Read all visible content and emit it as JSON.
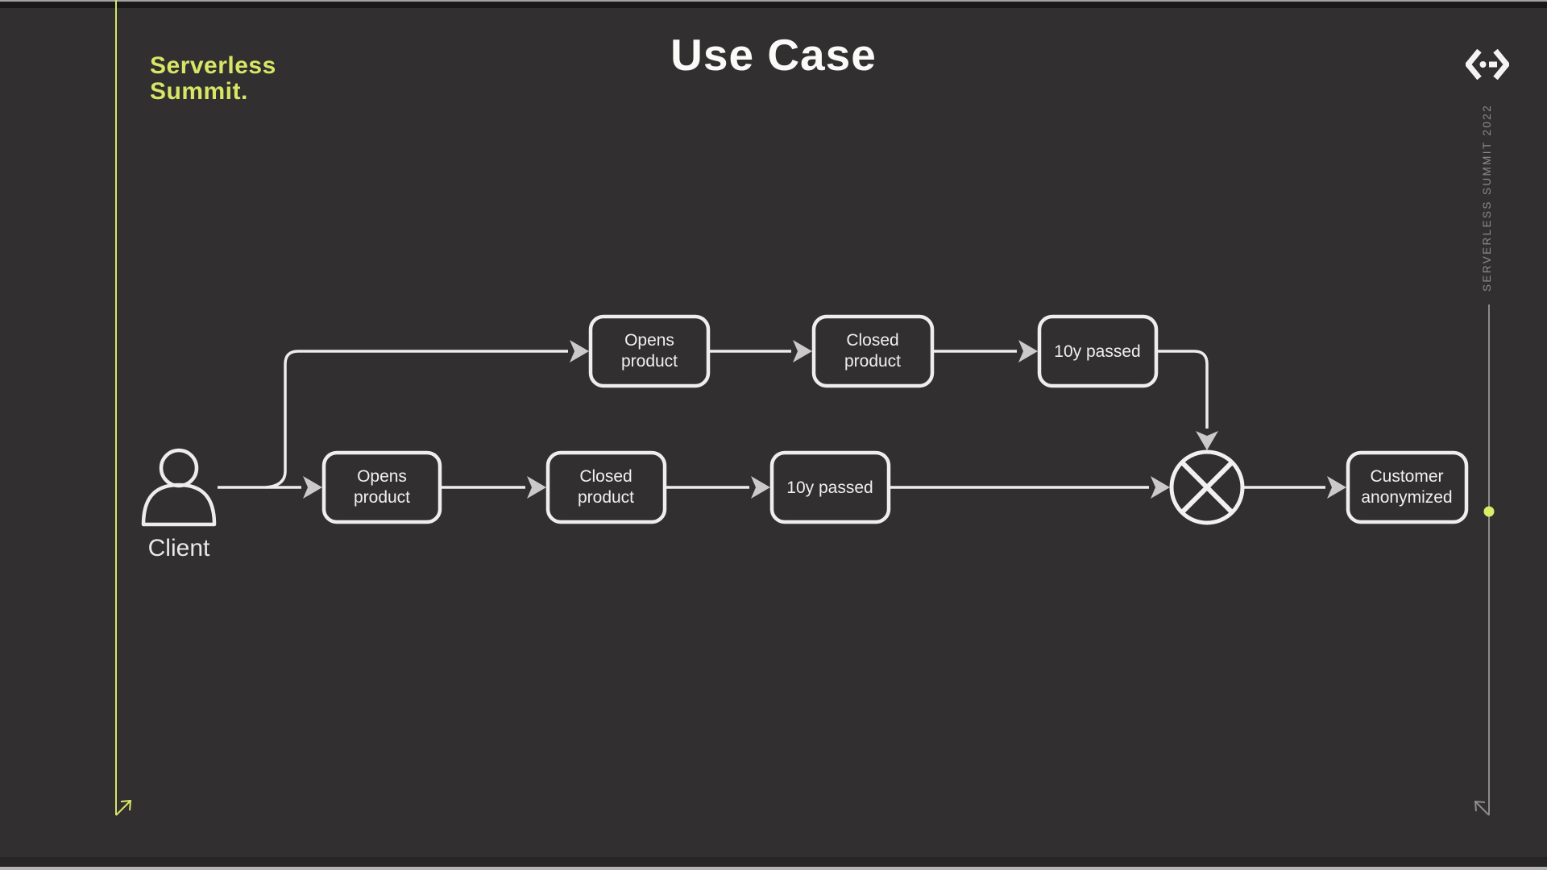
{
  "slide": {
    "title": "Use Case",
    "logo": {
      "line1": "Serverless",
      "line2": "Summit."
    },
    "side_text": "SERVERLESS SUMMIT 2022"
  },
  "colors": {
    "background": "#312f2f",
    "accent_green": "#d8e666",
    "diagram_stroke": "#efeeee",
    "arrow_fill": "#cbc9c9",
    "muted_gray": "#8d8b8b",
    "text_light": "#f1efef"
  },
  "icons": {
    "code_icon": "code-brackets",
    "gateway_icon": "circled-x-exclusive-gateway",
    "actor_icon": "person"
  },
  "diagram": {
    "actor": {
      "label": "Client"
    },
    "top_row": [
      {
        "lines": [
          "Opens",
          "product"
        ]
      },
      {
        "lines": [
          "Closed",
          "product"
        ]
      },
      {
        "lines": [
          "10y passed"
        ]
      }
    ],
    "bottom_row": [
      {
        "lines": [
          "Opens",
          "product"
        ]
      },
      {
        "lines": [
          "Closed",
          "product"
        ]
      },
      {
        "lines": [
          "10y passed"
        ]
      }
    ],
    "end_node": {
      "lines": [
        "Customer",
        "anonymized"
      ]
    }
  }
}
